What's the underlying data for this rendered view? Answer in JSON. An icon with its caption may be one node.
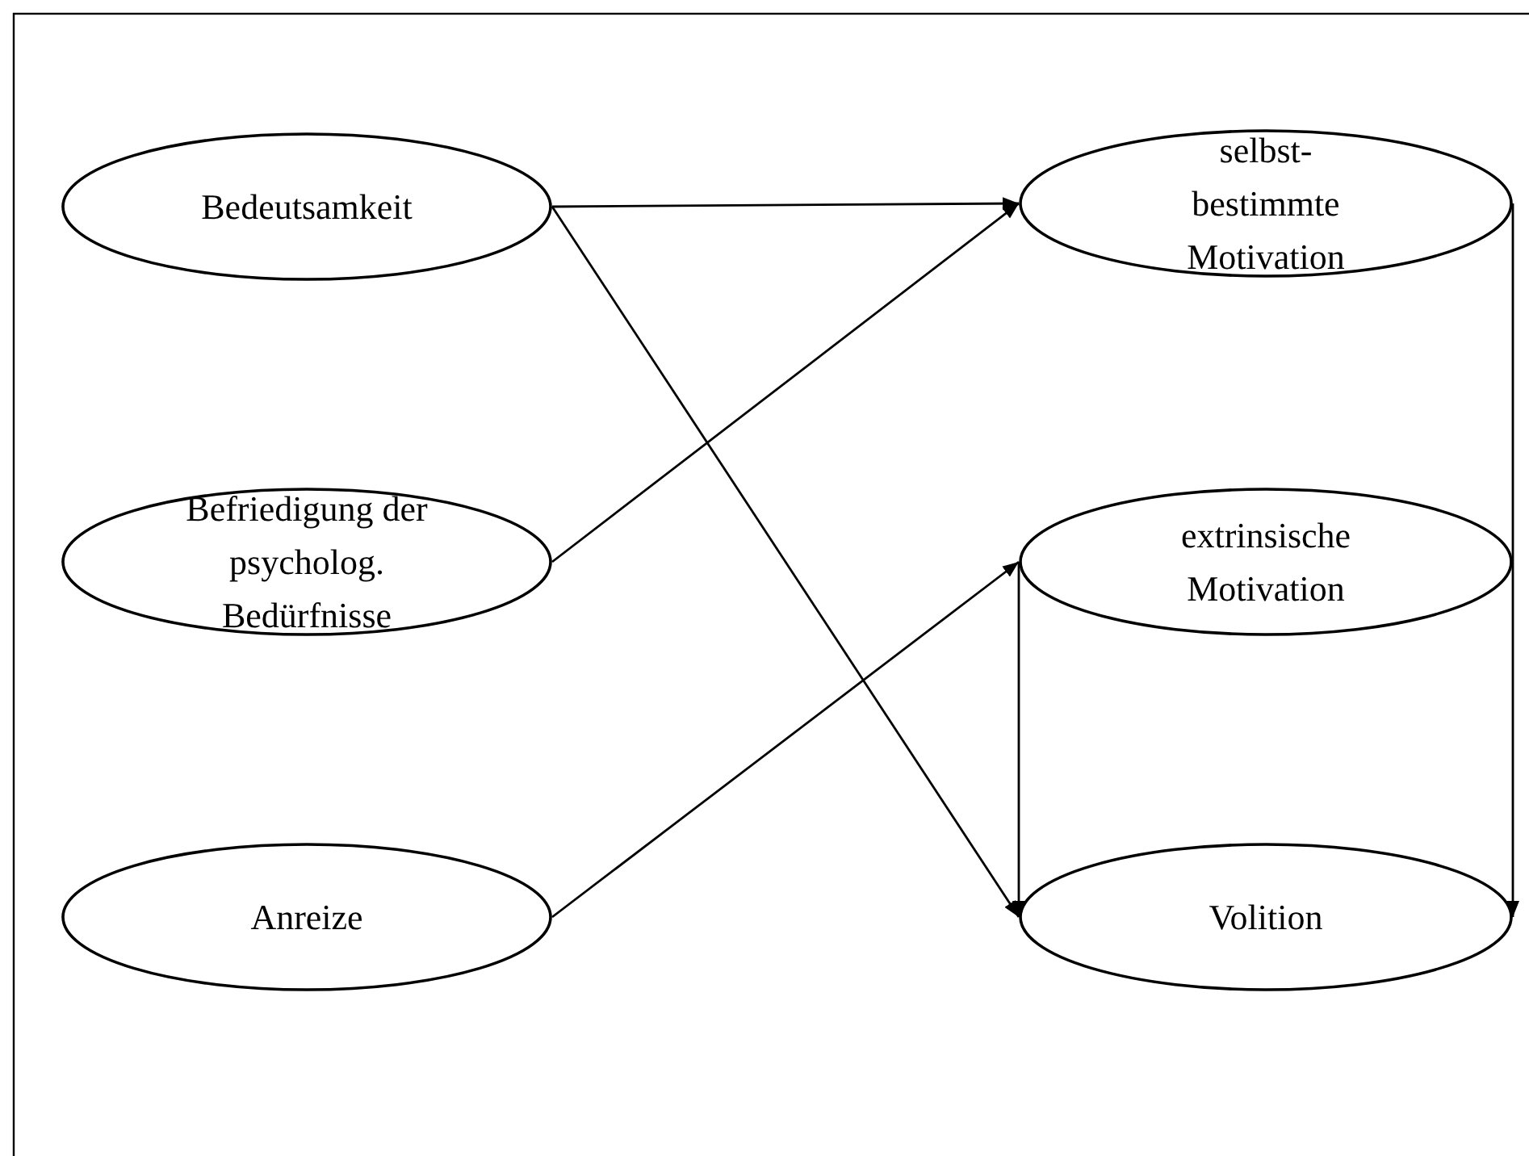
{
  "diagram": {
    "nodes": [
      {
        "text": [
          "Bedeutsamkeit"
        ]
      },
      {
        "text": [
          "Befriedigung der psycholog. Bedürfnisse"
        ]
      },
      {
        "text": [
          "Anreize"
        ]
      },
      {
        "text": [
          "selbst- bestimmte Motivation"
        ]
      },
      {
        "text": [
          "extrinsische Motivation"
        ]
      },
      {
        "text": [
          "Volition"
        ]
      }
    ],
    "edges": [
      {
        "from": 0,
        "to": 3,
        "arrow": "to"
      },
      {
        "from": 0,
        "to": 5,
        "arrow": "to"
      },
      {
        "from": 1,
        "to": 3,
        "arrow": "to"
      },
      {
        "from": 2,
        "to": 4,
        "arrow": "to"
      },
      {
        "from": 4,
        "to": 5,
        "arrow": "to"
      },
      {
        "from": 3,
        "to": 5,
        "arrow": "to"
      }
    ]
  }
}
